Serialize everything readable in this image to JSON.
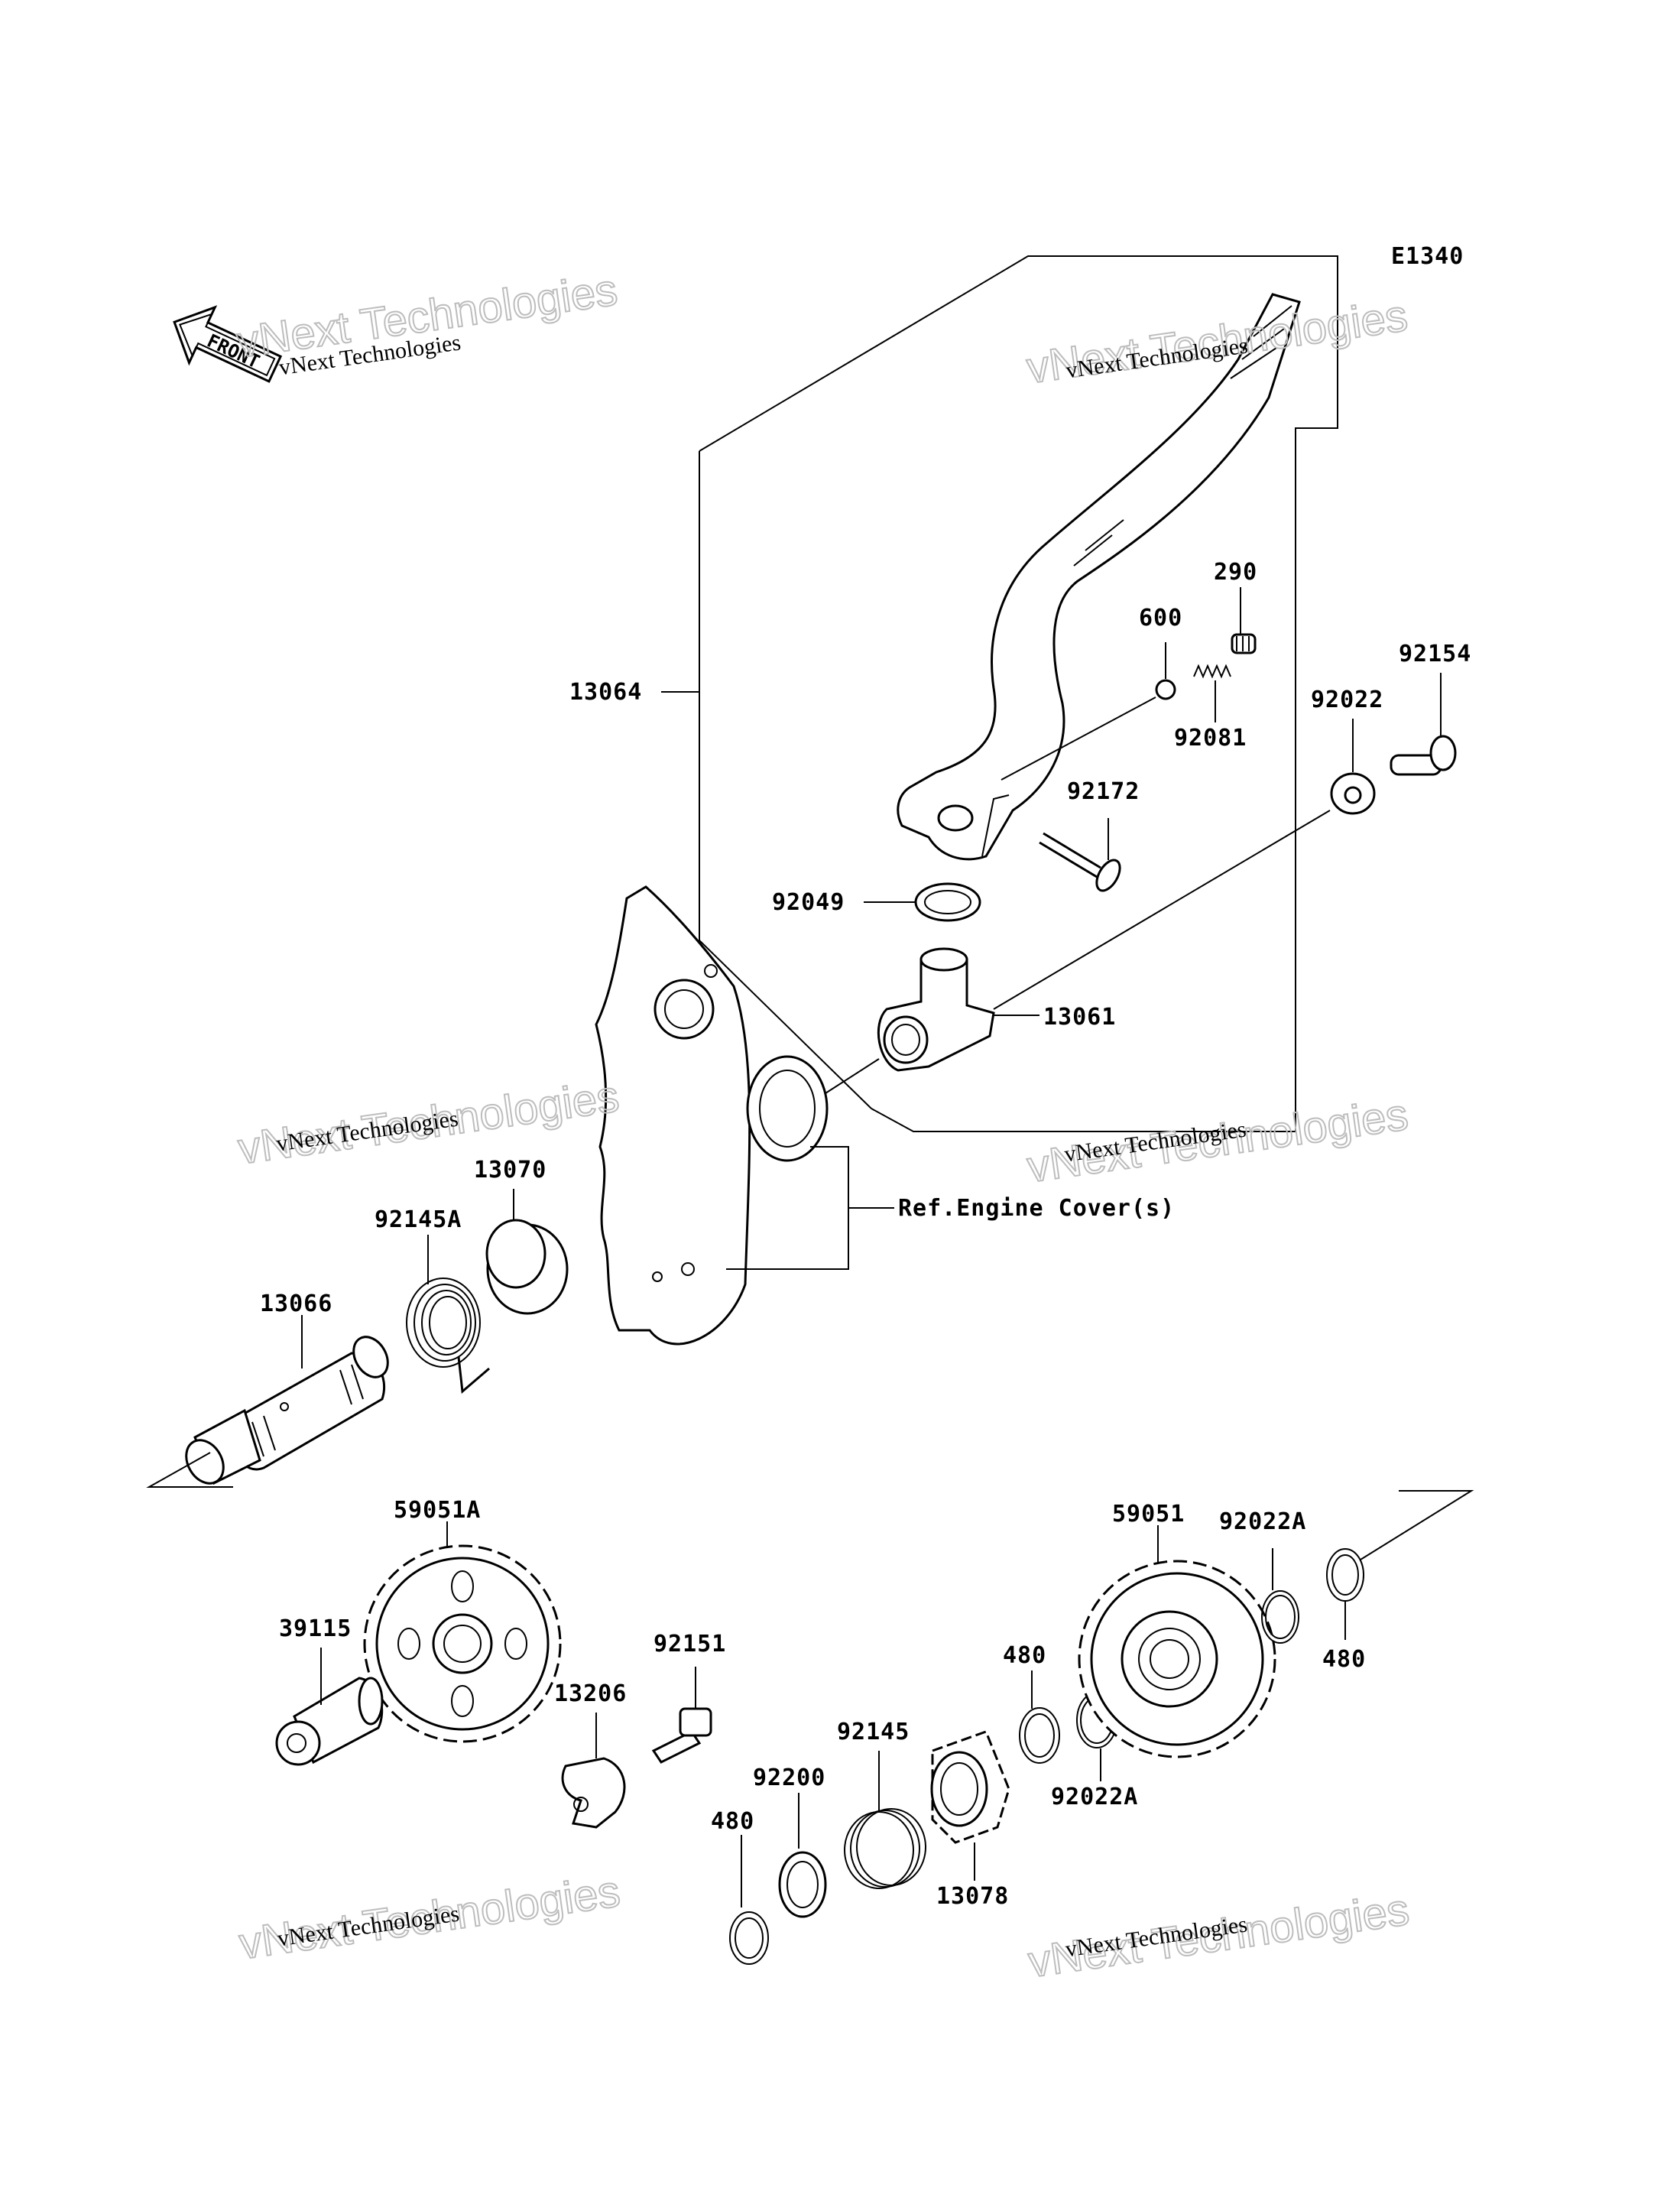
{
  "diagram_code": "E1340",
  "front_label": "FRONT",
  "reference_note": "Ref.Engine Cover(s)",
  "watermark": {
    "line1": "vNext Technologies",
    "line2": "vNext Technologies"
  },
  "part_numbers": {
    "p13064": "13064",
    "p290": "290",
    "p600": "600",
    "p92154": "92154",
    "p92022": "92022",
    "p92081": "92081",
    "p92172": "92172",
    "p92049": "92049",
    "p13061": "13061",
    "p13070": "13070",
    "p92145A": "92145A",
    "p13066": "13066",
    "p59051A": "59051A",
    "p39115": "39115",
    "p92151": "92151",
    "p13206": "13206",
    "p92145": "92145",
    "p92200": "92200",
    "p480a": "480",
    "p480b": "480",
    "p480c": "480",
    "p59051": "59051",
    "p92022A_top": "92022A",
    "p92022A_bottom": "92022A",
    "p13078": "13078"
  }
}
